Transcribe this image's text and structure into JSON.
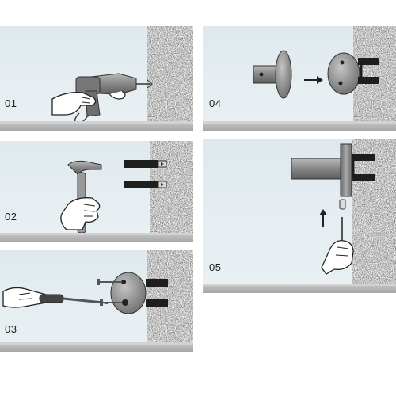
{
  "steps": [
    {
      "number": "01",
      "action": "drill"
    },
    {
      "number": "02",
      "action": "hammer-anchors"
    },
    {
      "number": "03",
      "action": "screw-base"
    },
    {
      "number": "04",
      "action": "align-holder"
    },
    {
      "number": "05",
      "action": "tighten-set-screw"
    }
  ],
  "colors": {
    "panel_bg": "#e4edf1",
    "floor": "#b3b3b3",
    "metal": "#8f8f8f",
    "anchor": "#1e1e1e"
  },
  "icons": [
    "drill-icon",
    "hammer-icon",
    "screwdriver-icon",
    "hand-icon",
    "arrow-right-icon",
    "arrow-up-icon",
    "wall-anchor-icon",
    "screw-icon"
  ]
}
